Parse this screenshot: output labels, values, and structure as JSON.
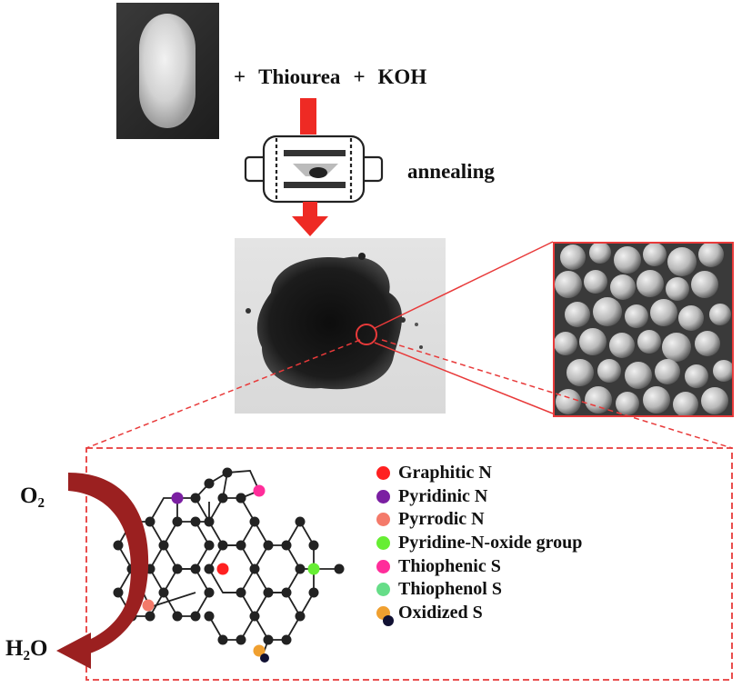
{
  "step_reagents": [
    "+",
    "Thiourea",
    "+",
    "KOH"
  ],
  "annealing_label": "annealing",
  "reactant_label": "O₂",
  "product_label": "H₂O",
  "legend": [
    {
      "label": "Graphitic N",
      "color": "#ff2020"
    },
    {
      "label": "Pyridinic N",
      "color": "#7b1fa2"
    },
    {
      "label": "Pyrrodic N",
      "color": "#f47a6a"
    },
    {
      "label": "Pyridine-N-oxide group",
      "color": "#66ee33"
    },
    {
      "label": "Thiophenic S",
      "color": "#ff2d9a"
    },
    {
      "label": "Thiophenol S",
      "color": "#66dd88"
    },
    {
      "label": "Oxidized S",
      "color": "#f0a030",
      "secondary_color": "#111133"
    }
  ],
  "colors": {
    "arrow_red": "#ee2a24",
    "callout_red": "#e83a3a",
    "curved_arrow": "#9b2020",
    "atom": "#222222"
  }
}
